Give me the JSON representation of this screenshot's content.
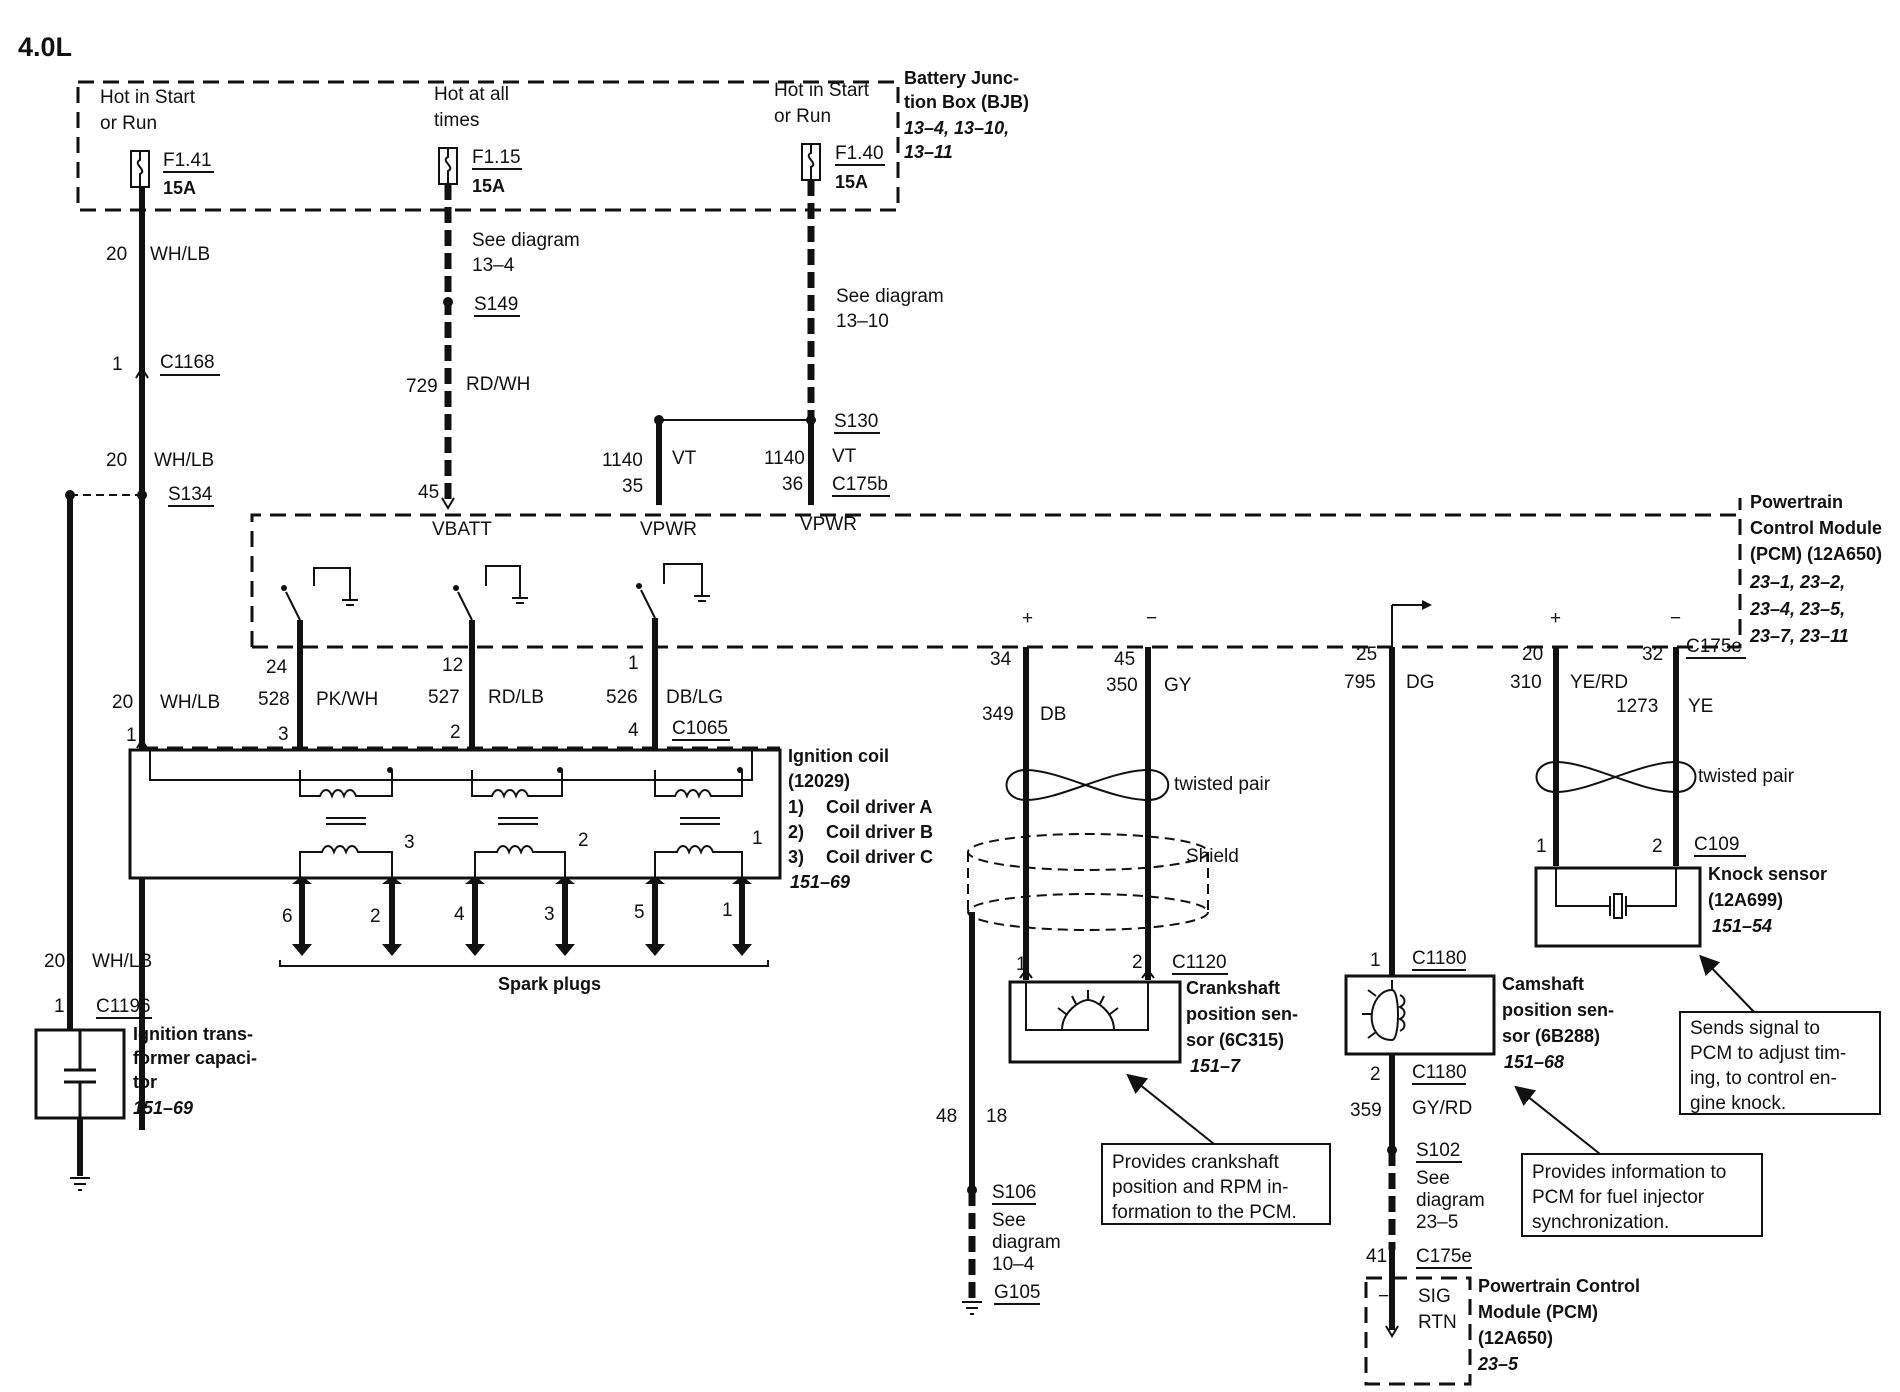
{
  "title": "4.0L",
  "bjb": {
    "title_lines": [
      "Battery Junc-",
      "tion Box (BJB)"
    ],
    "refs_lines": [
      "13–4, 13–10,",
      "13–11"
    ],
    "feeds": [
      {
        "label_lines": [
          "Hot in Start",
          "or Run"
        ],
        "fuse": "F1.41",
        "amps": "15A"
      },
      {
        "label_lines": [
          "Hot at all",
          "times"
        ],
        "fuse": "F1.15",
        "amps": "15A"
      },
      {
        "label_lines": [
          "Hot in Start",
          "or Run"
        ],
        "fuse": "F1.40",
        "amps": "15A"
      }
    ]
  },
  "wires": {
    "ign_top": {
      "gauge": "20",
      "color": "WH/LB"
    },
    "c1168_pin": "1",
    "c1168": "C1168",
    "ign_mid": {
      "gauge": "20",
      "color": "WH/LB"
    },
    "s134": "S134",
    "ign_coil_feed": {
      "gauge": "20",
      "color": "WH/LB",
      "pin": "1"
    },
    "ign_cap": {
      "gauge": "20",
      "color": "WH/LB",
      "pin": "1"
    },
    "c1196": "C1196",
    "vbatt_note_lines": [
      "See diagram",
      "13–4"
    ],
    "s149": "S149",
    "vbatt": {
      "circuit": "729",
      "color": "RD/WH",
      "pin": "45",
      "name": "VBATT"
    },
    "vpwr_note_lines": [
      "See diagram",
      "13–10"
    ],
    "s130": "S130",
    "vpwr1": {
      "circuit": "1140",
      "color": "VT",
      "pin": "35",
      "name": "VPWR"
    },
    "vpwr2": {
      "circuit": "1140",
      "color": "VT",
      "pin": "36",
      "name": "VPWR"
    },
    "c175b": "C175b"
  },
  "pcm": {
    "title_lines": [
      "Powertrain",
      "Control Module",
      "(PCM) (12A650)"
    ],
    "refs_lines": [
      "23–1, 23–2,",
      "23–4, 23–5,",
      "23–7, 23–11"
    ],
    "c175e": "C175e"
  },
  "coil_drivers": [
    {
      "pcm_pin": "24",
      "circuit": "528",
      "color": "PK/WH",
      "coil_pin": "3"
    },
    {
      "pcm_pin": "12",
      "circuit": "527",
      "color": "RD/LB",
      "coil_pin": "2"
    },
    {
      "pcm_pin": "1",
      "circuit": "526",
      "color": "DB/LG",
      "coil_pin": "4"
    }
  ],
  "c1065": "C1065",
  "ignition_coil": {
    "title_lines": [
      "Ignition coil",
      "(12029)"
    ],
    "drivers": [
      {
        "num": "1)",
        "name": "Coil driver A"
      },
      {
        "num": "2)",
        "name": "Coil driver B"
      },
      {
        "num": "3)",
        "name": "Coil driver C"
      }
    ],
    "ref": "151–69",
    "secondary_numbers": [
      "3",
      "2",
      "1"
    ]
  },
  "spark_plugs": {
    "numbers": [
      "6",
      "2",
      "4",
      "3",
      "5",
      "1"
    ],
    "label": "Spark plugs"
  },
  "ign_capacitor": {
    "title_lines": [
      "Ignition trans-",
      "former capaci-",
      "tor"
    ],
    "ref": "151–69"
  },
  "ckp": {
    "plus_sign": "+",
    "minus_sign": "−",
    "plus": {
      "pin": "34",
      "circuit": "349",
      "color": "DB"
    },
    "minus": {
      "pin": "45",
      "circuit": "350",
      "color": "GY"
    },
    "twisted": "twisted pair",
    "shield": "Shield",
    "sensor_pin1": "1",
    "sensor_pin2": "2",
    "c1120": "C1120",
    "title_lines": [
      "Crankshaft",
      "position sen-",
      "sor (6C315)"
    ],
    "ref": "151–7",
    "ground": {
      "circuit": "48",
      "gauge": "18",
      "splice": "S106",
      "note_lines": [
        "See",
        "diagram",
        "10–4"
      ],
      "gnd": "G105"
    },
    "note_lines": [
      "Provides crankshaft",
      "position and RPM in-",
      "formation to the PCM."
    ]
  },
  "cmp": {
    "pin": "25",
    "circuit": "795",
    "color": "DG",
    "c1180": "C1180",
    "pin1": "1",
    "pin2": "2",
    "title_lines": [
      "Camshaft",
      "position sen-",
      "sor (6B288)"
    ],
    "ref": "151–68",
    "rtn": {
      "circuit": "359",
      "color": "GY/RD",
      "splice": "S102",
      "note_lines": [
        "See",
        "diagram",
        "23–5"
      ],
      "pcm_pin": "41",
      "conn": "C175e"
    },
    "pcm2": {
      "minus": "−",
      "sig": "SIG",
      "rtn": "RTN",
      "title_lines": [
        "Powertrain Control",
        "Module (PCM)",
        "(12A650)"
      ],
      "ref": "23–5"
    },
    "note_lines": [
      "Provides information to",
      "PCM for fuel injector",
      "synchronization."
    ]
  },
  "knock": {
    "plus_sign": "+",
    "minus_sign": "−",
    "plus": {
      "pin": "20",
      "circuit": "310",
      "color": "YE/RD"
    },
    "minus": {
      "pin": "32",
      "circuit": "1273",
      "color": "YE"
    },
    "twisted": "twisted pair",
    "pin1": "1",
    "pin2": "2",
    "c109": "C109",
    "title_lines": [
      "Knock sensor",
      "(12A699)"
    ],
    "ref": "151–54",
    "note_lines": [
      "Sends signal to",
      "PCM to adjust tim-",
      "ing, to control en-",
      "gine knock."
    ]
  }
}
